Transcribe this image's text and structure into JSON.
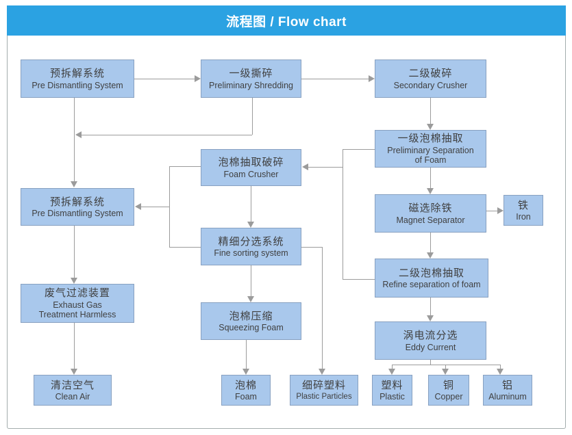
{
  "header": {
    "title": "流程图 / Flow chart"
  },
  "colors": {
    "header_bg": "#2ba2e2",
    "header_text": "#ffffff",
    "node_fill": "#a9c8ec",
    "node_border": "#87a0c0",
    "line": "#9b9b9b",
    "text": "#3f3f3f",
    "frame_border": "#a3acac"
  },
  "nodes": {
    "pre1": {
      "zh": "预拆解系统",
      "en": "Pre Dismantling System"
    },
    "shred": {
      "zh": "一级撕碎",
      "en": "Preliminary Shredding"
    },
    "crush2": {
      "zh": "二级破碎",
      "en": "Secondary Crusher"
    },
    "foamsep1": {
      "zh": "一级泡棉抽取",
      "en": "Preliminary Separation of Foam"
    },
    "foamcrusher": {
      "zh": "泡棉抽取破碎",
      "en": "Foam Crusher"
    },
    "pre2": {
      "zh": "预拆解系统",
      "en": "Pre Dismantling System"
    },
    "magnet": {
      "zh": "磁选除铁",
      "en": "Magnet Separator"
    },
    "iron": {
      "zh": "铁",
      "en": "Iron"
    },
    "fine": {
      "zh": "精细分选系统",
      "en": "Fine sorting system"
    },
    "foamsep2": {
      "zh": "二级泡棉抽取",
      "en": "Refine separation of foam"
    },
    "exhaust": {
      "zh": "废气过滤装置",
      "en": "Exhaust Gas Treatment Harmless"
    },
    "squeeze": {
      "zh": "泡棉压缩",
      "en": "Squeezing Foam"
    },
    "eddy": {
      "zh": "涡电流分选",
      "en": "Eddy Current"
    },
    "cleanair": {
      "zh": "清洁空气",
      "en": "Clean Air"
    },
    "foam": {
      "zh": "泡棉",
      "en": "Foam"
    },
    "particles": {
      "zh": "细碎塑料",
      "en": "Plastic Particles"
    },
    "plastic": {
      "zh": "塑料",
      "en": "Plastic"
    },
    "copper": {
      "zh": "铜",
      "en": "Copper"
    },
    "aluminum": {
      "zh": "铝",
      "en": "Aluminum"
    }
  },
  "edges": [
    {
      "from": "pre1",
      "to": "shred"
    },
    {
      "from": "shred",
      "to": "crush2"
    },
    {
      "from": "crush2",
      "to": "foamsep1"
    },
    {
      "from": "shred",
      "to": "pre2"
    },
    {
      "from": "pre1",
      "to": "pre2"
    },
    {
      "from": "foamsep1",
      "to": "magnet"
    },
    {
      "from": "magnet",
      "to": "iron"
    },
    {
      "from": "magnet",
      "to": "foamsep2"
    },
    {
      "from": "foamsep2",
      "to": "eddy"
    },
    {
      "from": "foamsep1",
      "to": "foamcrusher"
    },
    {
      "from": "foamsep2",
      "to": "foamcrusher"
    },
    {
      "from": "foamcrusher",
      "to": "fine"
    },
    {
      "from": "foamcrusher",
      "to": "pre2"
    },
    {
      "from": "fine",
      "to": "pre2"
    },
    {
      "from": "fine",
      "to": "squeeze"
    },
    {
      "from": "fine",
      "to": "particles"
    },
    {
      "from": "squeeze",
      "to": "foam"
    },
    {
      "from": "pre2",
      "to": "exhaust"
    },
    {
      "from": "exhaust",
      "to": "cleanair"
    },
    {
      "from": "eddy",
      "to": "plastic"
    },
    {
      "from": "eddy",
      "to": "copper"
    },
    {
      "from": "eddy",
      "to": "aluminum"
    }
  ]
}
